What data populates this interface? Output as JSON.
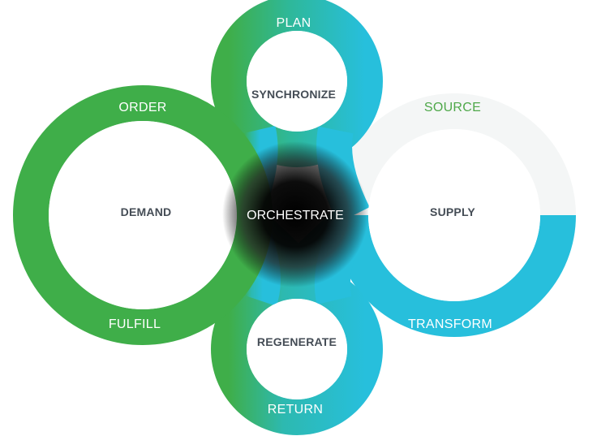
{
  "diagram": {
    "center": "ORCHESTRATE",
    "demand_loop": {
      "inner": "DEMAND",
      "top": "ORDER",
      "bottom": "FULFILL"
    },
    "supply_loop": {
      "inner": "SUPPLY",
      "top": "SOURCE",
      "bottom": "TRANSFORM"
    },
    "plan_loop": {
      "inner": "SYNCHRONIZE",
      "top": "PLAN"
    },
    "return_loop": {
      "inner": "REGENERATE",
      "bottom": "RETURN"
    },
    "colors": {
      "green": "#3fae49",
      "blue": "#27bfdc",
      "light_ring": "#f4f6f6",
      "center_dark": "#000000",
      "inner_text": "#444c55",
      "source_text": "#4fa84a"
    }
  }
}
